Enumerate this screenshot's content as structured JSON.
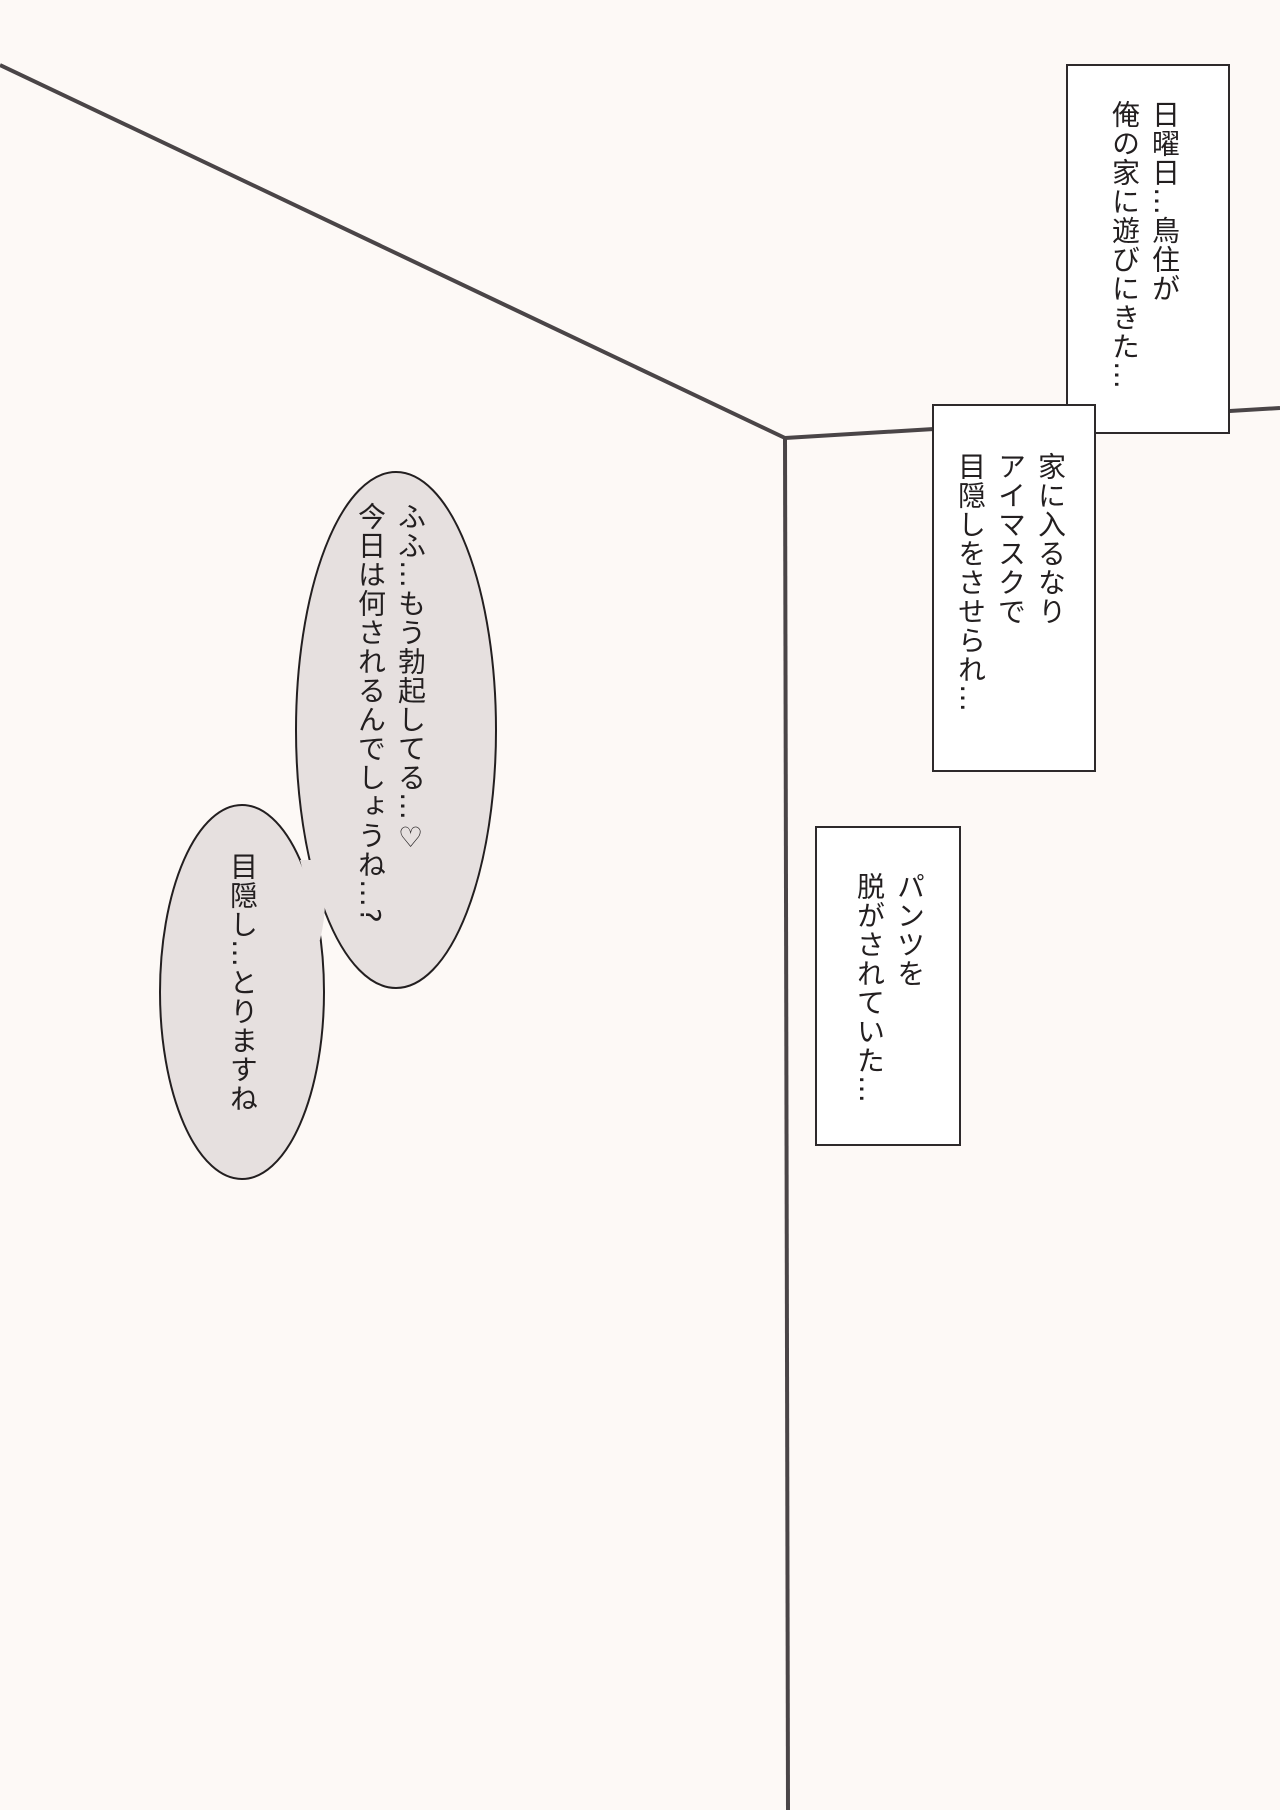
{
  "colors": {
    "background": "#fdf9f6",
    "line": "#4a4547",
    "caption_fill": "#ffffff",
    "bubble_fill": "#e6e0df",
    "ink": "#231f20"
  },
  "captions": {
    "box1": {
      "line1": "日曜日…鳥住が",
      "line2": "俺の家に遊びにきた…"
    },
    "box2": {
      "line1": "家に入るなり",
      "line2": "アイマスクで",
      "line3": "目隠しをさせられ…"
    },
    "box3": {
      "line1": "パンツを",
      "line2": "脱がされていた…"
    }
  },
  "bubbles": {
    "large": {
      "line1": "ふふ…もう勃起してる…♡",
      "line2": "今日は何されるんでしょうね…?"
    },
    "small": {
      "line1": "目隠し…とりますね"
    }
  }
}
